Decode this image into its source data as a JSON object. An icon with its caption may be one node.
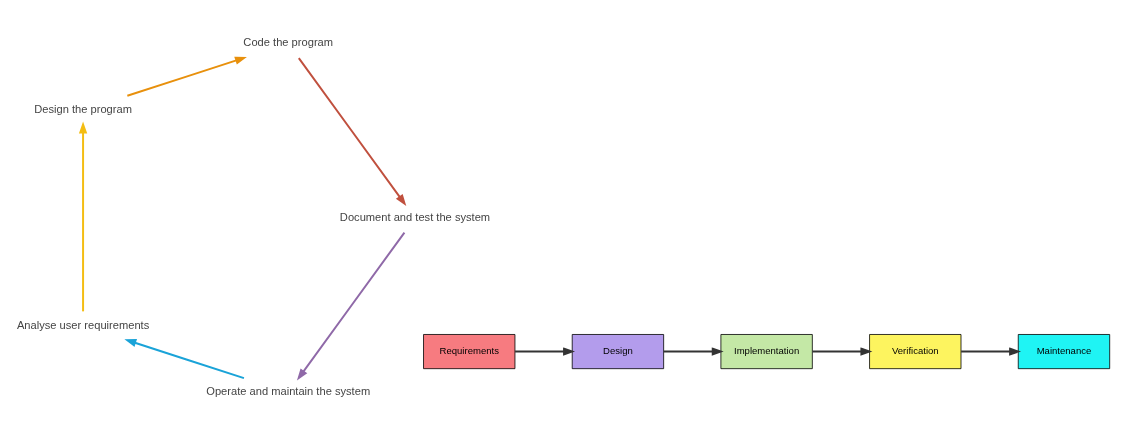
{
  "diagram": {
    "nodes": [
      {
        "text": [
          "Requirements"
        ]
      },
      {
        "text": [
          "Design"
        ]
      },
      {
        "text": [
          "Implementation"
        ]
      },
      {
        "text": [
          "Verification"
        ]
      },
      {
        "text": [
          "Maintenance"
        ]
      },
      {
        "text": [
          "Operate and maintain the system"
        ]
      },
      {
        "text": [
          "Analyse user requirements"
        ]
      },
      {
        "text": [
          "Design the program"
        ]
      },
      {
        "text": [
          "Code the program"
        ]
      },
      {
        "text": [
          "Document and test the system"
        ]
      }
    ],
    "edges": [
      {
        "from": 0,
        "to": 1,
        "arrow": "to"
      },
      {
        "from": 1,
        "to": 2,
        "arrow": "to"
      },
      {
        "from": 2,
        "to": 3,
        "arrow": "to"
      },
      {
        "from": 3,
        "to": 4,
        "arrow": "to"
      },
      {
        "from": 5,
        "to": 6,
        "arrow": "to",
        "color": "#1aa3d8"
      },
      {
        "from": 6,
        "to": 7,
        "arrow": "to",
        "color": "#f4bd12"
      },
      {
        "from": 7,
        "to": 8,
        "arrow": "to",
        "color": "#e8900c"
      },
      {
        "from": 8,
        "to": 9,
        "arrow": "to",
        "color": "#c0503e"
      },
      {
        "from": 9,
        "to": 5,
        "arrow": "to",
        "color": "#8f69a8"
      }
    ]
  }
}
